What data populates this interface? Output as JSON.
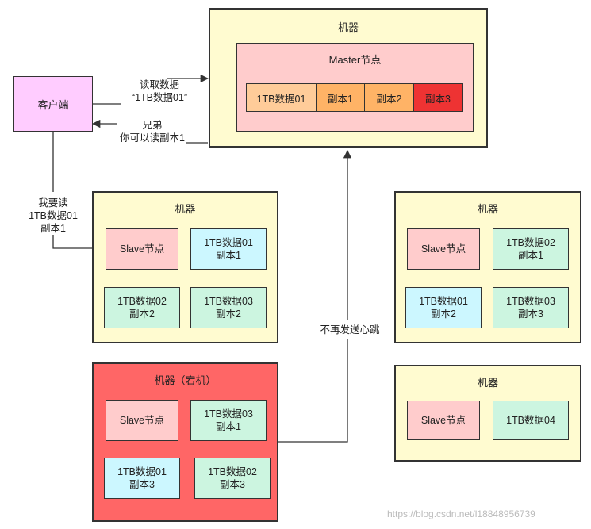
{
  "top_machine": {
    "title": "机器",
    "master": {
      "title": "Master节点",
      "segments": [
        "1TB数据01",
        "副本1",
        "副本2",
        "副本3"
      ]
    }
  },
  "client": {
    "label": "客户端"
  },
  "labels": {
    "read_request": "读取数据\n“1TB数据01”",
    "reply": "兄弟\n你可以读副本1",
    "read_replica": "我要读\n1TB数据01\n副本1",
    "heartbeat": "不再发送心跳"
  },
  "machine_left": {
    "title": "机器",
    "nodes": [
      "Slave节点",
      "1TB数据01\n副本1",
      "1TB数据02\n副本2",
      "1TB数据03\n副本2"
    ]
  },
  "machine_down": {
    "title": "机器（宕机）",
    "nodes": [
      "Slave节点",
      "1TB数据03\n副本1",
      "1TB数据01\n副本3",
      "1TB数据02\n副本3"
    ]
  },
  "machine_right1": {
    "title": "机器",
    "nodes": [
      "Slave节点",
      "1TB数据02\n副本1",
      "1TB数据01\n副本2",
      "1TB数据03\n副本3"
    ]
  },
  "machine_right2": {
    "title": "机器",
    "nodes": [
      "Slave节点",
      "1TB数据04"
    ]
  },
  "watermark": "https://blog.csdn.net/l18848956739",
  "colors": {
    "machine": "#fffbd0",
    "machine_down": "#ff6666",
    "client": "#ffccff",
    "master": "#ffcccc",
    "data_segment": "#ffcc99",
    "replica_segment": "#ffb366",
    "replica_lost": "#ee3333",
    "slave": "#ffcccc",
    "replica_cyan": "#ccf7ff",
    "replica_mint": "#ccf5e0"
  }
}
